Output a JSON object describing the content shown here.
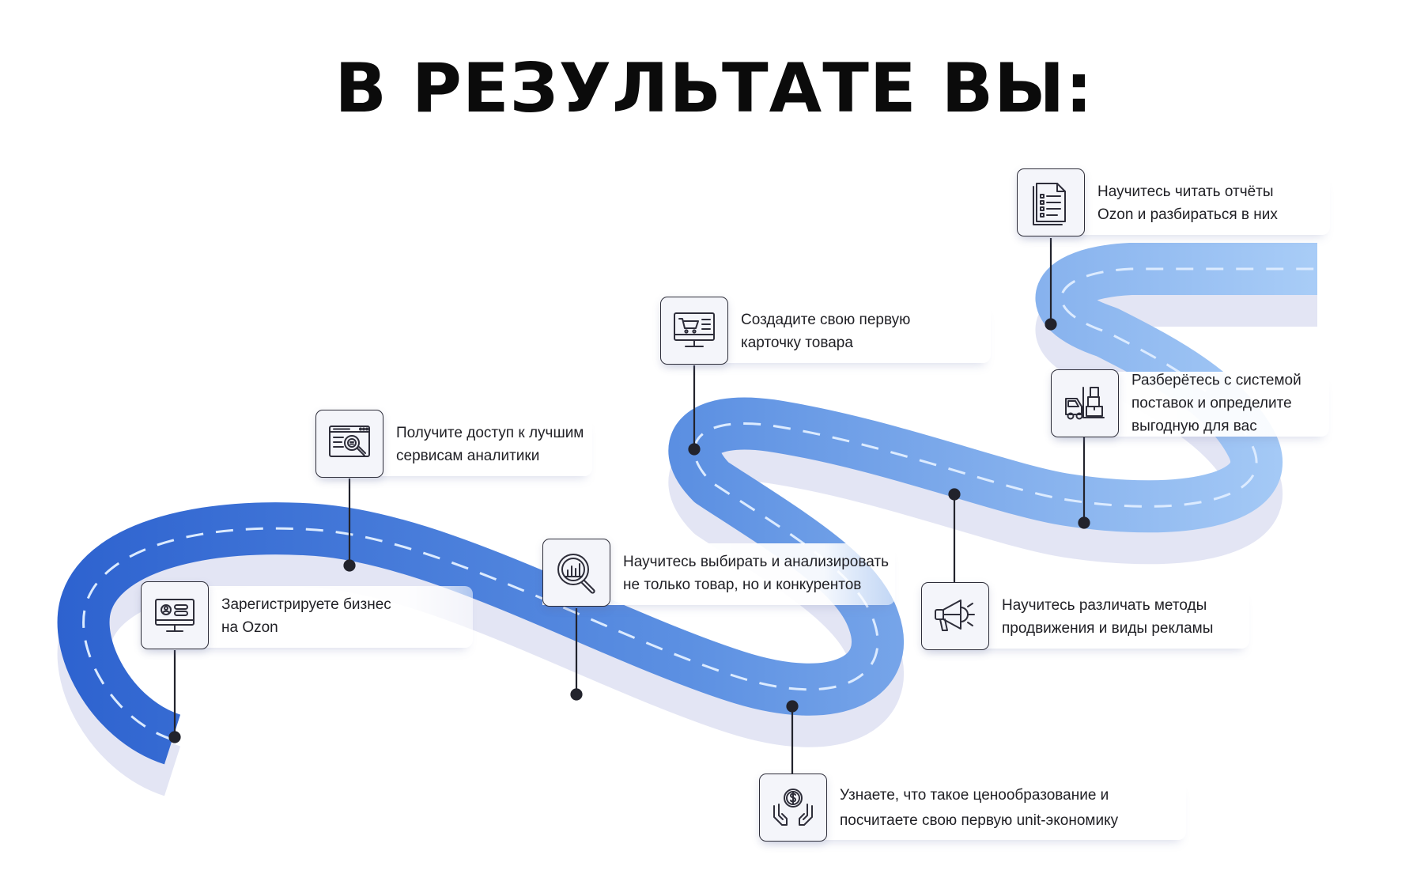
{
  "title": "В РЕЗУЛЬТАТЕ ВЫ:",
  "icons": [
    "clipboard-document-icon",
    "monitor-cart-icon",
    "browser-magnifier-icon",
    "delivery-truck-boxes-icon",
    "analytics-magnifier-icon",
    "megaphone-icon",
    "monitor-profile-icon",
    "hands-coin-icon"
  ],
  "colors": {
    "road_start": "#2d62cf",
    "road_end": "#a9cdf7",
    "dash": "#dcebff",
    "text": "#1f1f24"
  },
  "steps": [
    {
      "id": "register",
      "lines": [
        "Зарегистрируете бизнес",
        "на Ozon"
      ]
    },
    {
      "id": "analytics",
      "lines": [
        "Получите доступ к лучшим",
        "сервисам аналитики"
      ]
    },
    {
      "id": "competitors",
      "lines": [
        "Научитесь выбирать и анализировать",
        "не только товар, но и конкурентов"
      ]
    },
    {
      "id": "card",
      "lines": [
        "Создадите свою первую",
        "карточку товара"
      ]
    },
    {
      "id": "pricing",
      "lines": [
        "Узнаете, что такое ценообразование и",
        "посчитаете свою первую unit-экономику"
      ]
    },
    {
      "id": "advertising",
      "lines": [
        "Научитесь различать методы",
        "продвижения и виды рекламы"
      ]
    },
    {
      "id": "supply",
      "lines": [
        "Разберётесь с системой",
        "поставок и определите",
        "выгодную для вас"
      ]
    },
    {
      "id": "reports",
      "lines": [
        "Научитесь читать отчёты",
        "Ozon и разбираться в них"
      ]
    }
  ]
}
